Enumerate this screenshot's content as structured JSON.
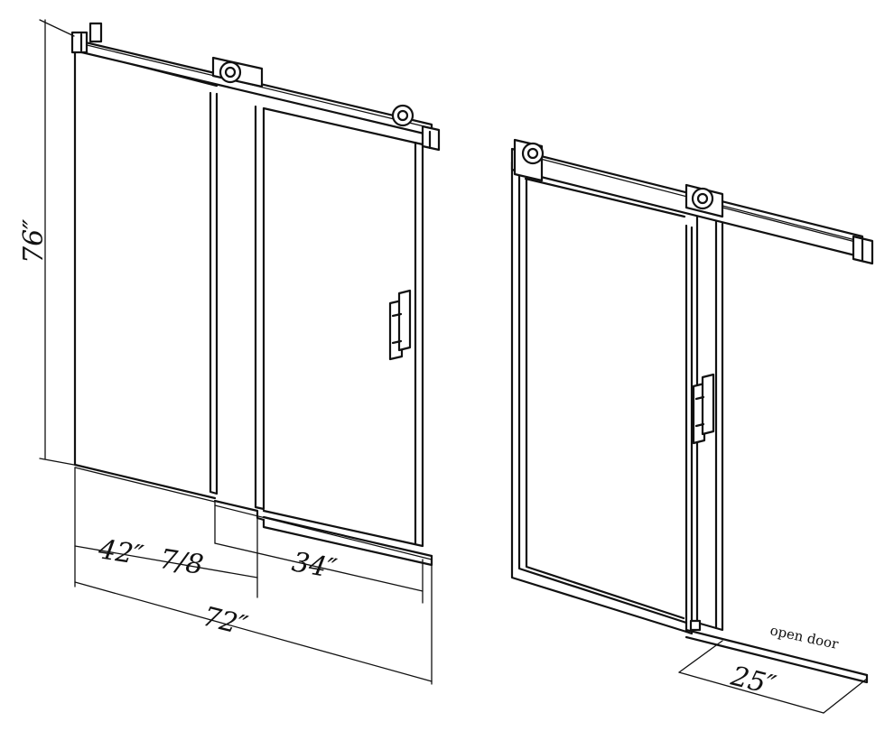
{
  "dimensions": {
    "height": "76″",
    "fixed_width": "42″  7/8",
    "door_width": "34″",
    "total_width": "72″",
    "open_door_label": "open door",
    "open_width": "25″"
  },
  "colors": {
    "line": "#111111",
    "background": "#ffffff"
  }
}
